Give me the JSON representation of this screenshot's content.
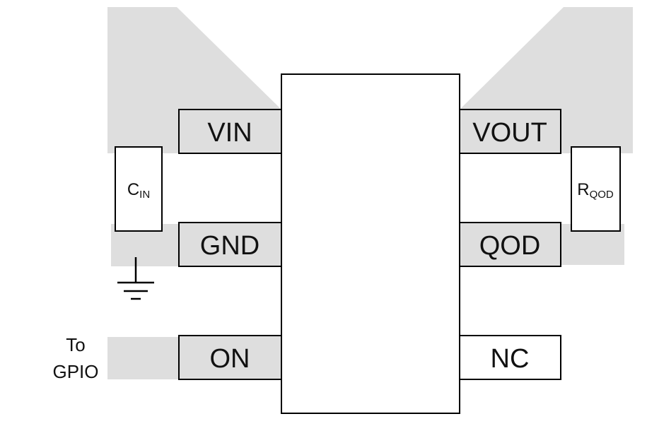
{
  "pins": {
    "vin": "VIN",
    "gnd": "GND",
    "on": "ON",
    "vout": "VOUT",
    "qod": "QOD",
    "nc": "NC"
  },
  "components": {
    "cin": {
      "main": "C",
      "sub": "IN"
    },
    "rqod": {
      "main": "R",
      "sub": "QOD"
    }
  },
  "notes": {
    "gpio_line1": "To",
    "gpio_line2": "GPIO"
  },
  "colors": {
    "copper": "#dedede",
    "outline": "#000000",
    "background": "#ffffff"
  }
}
